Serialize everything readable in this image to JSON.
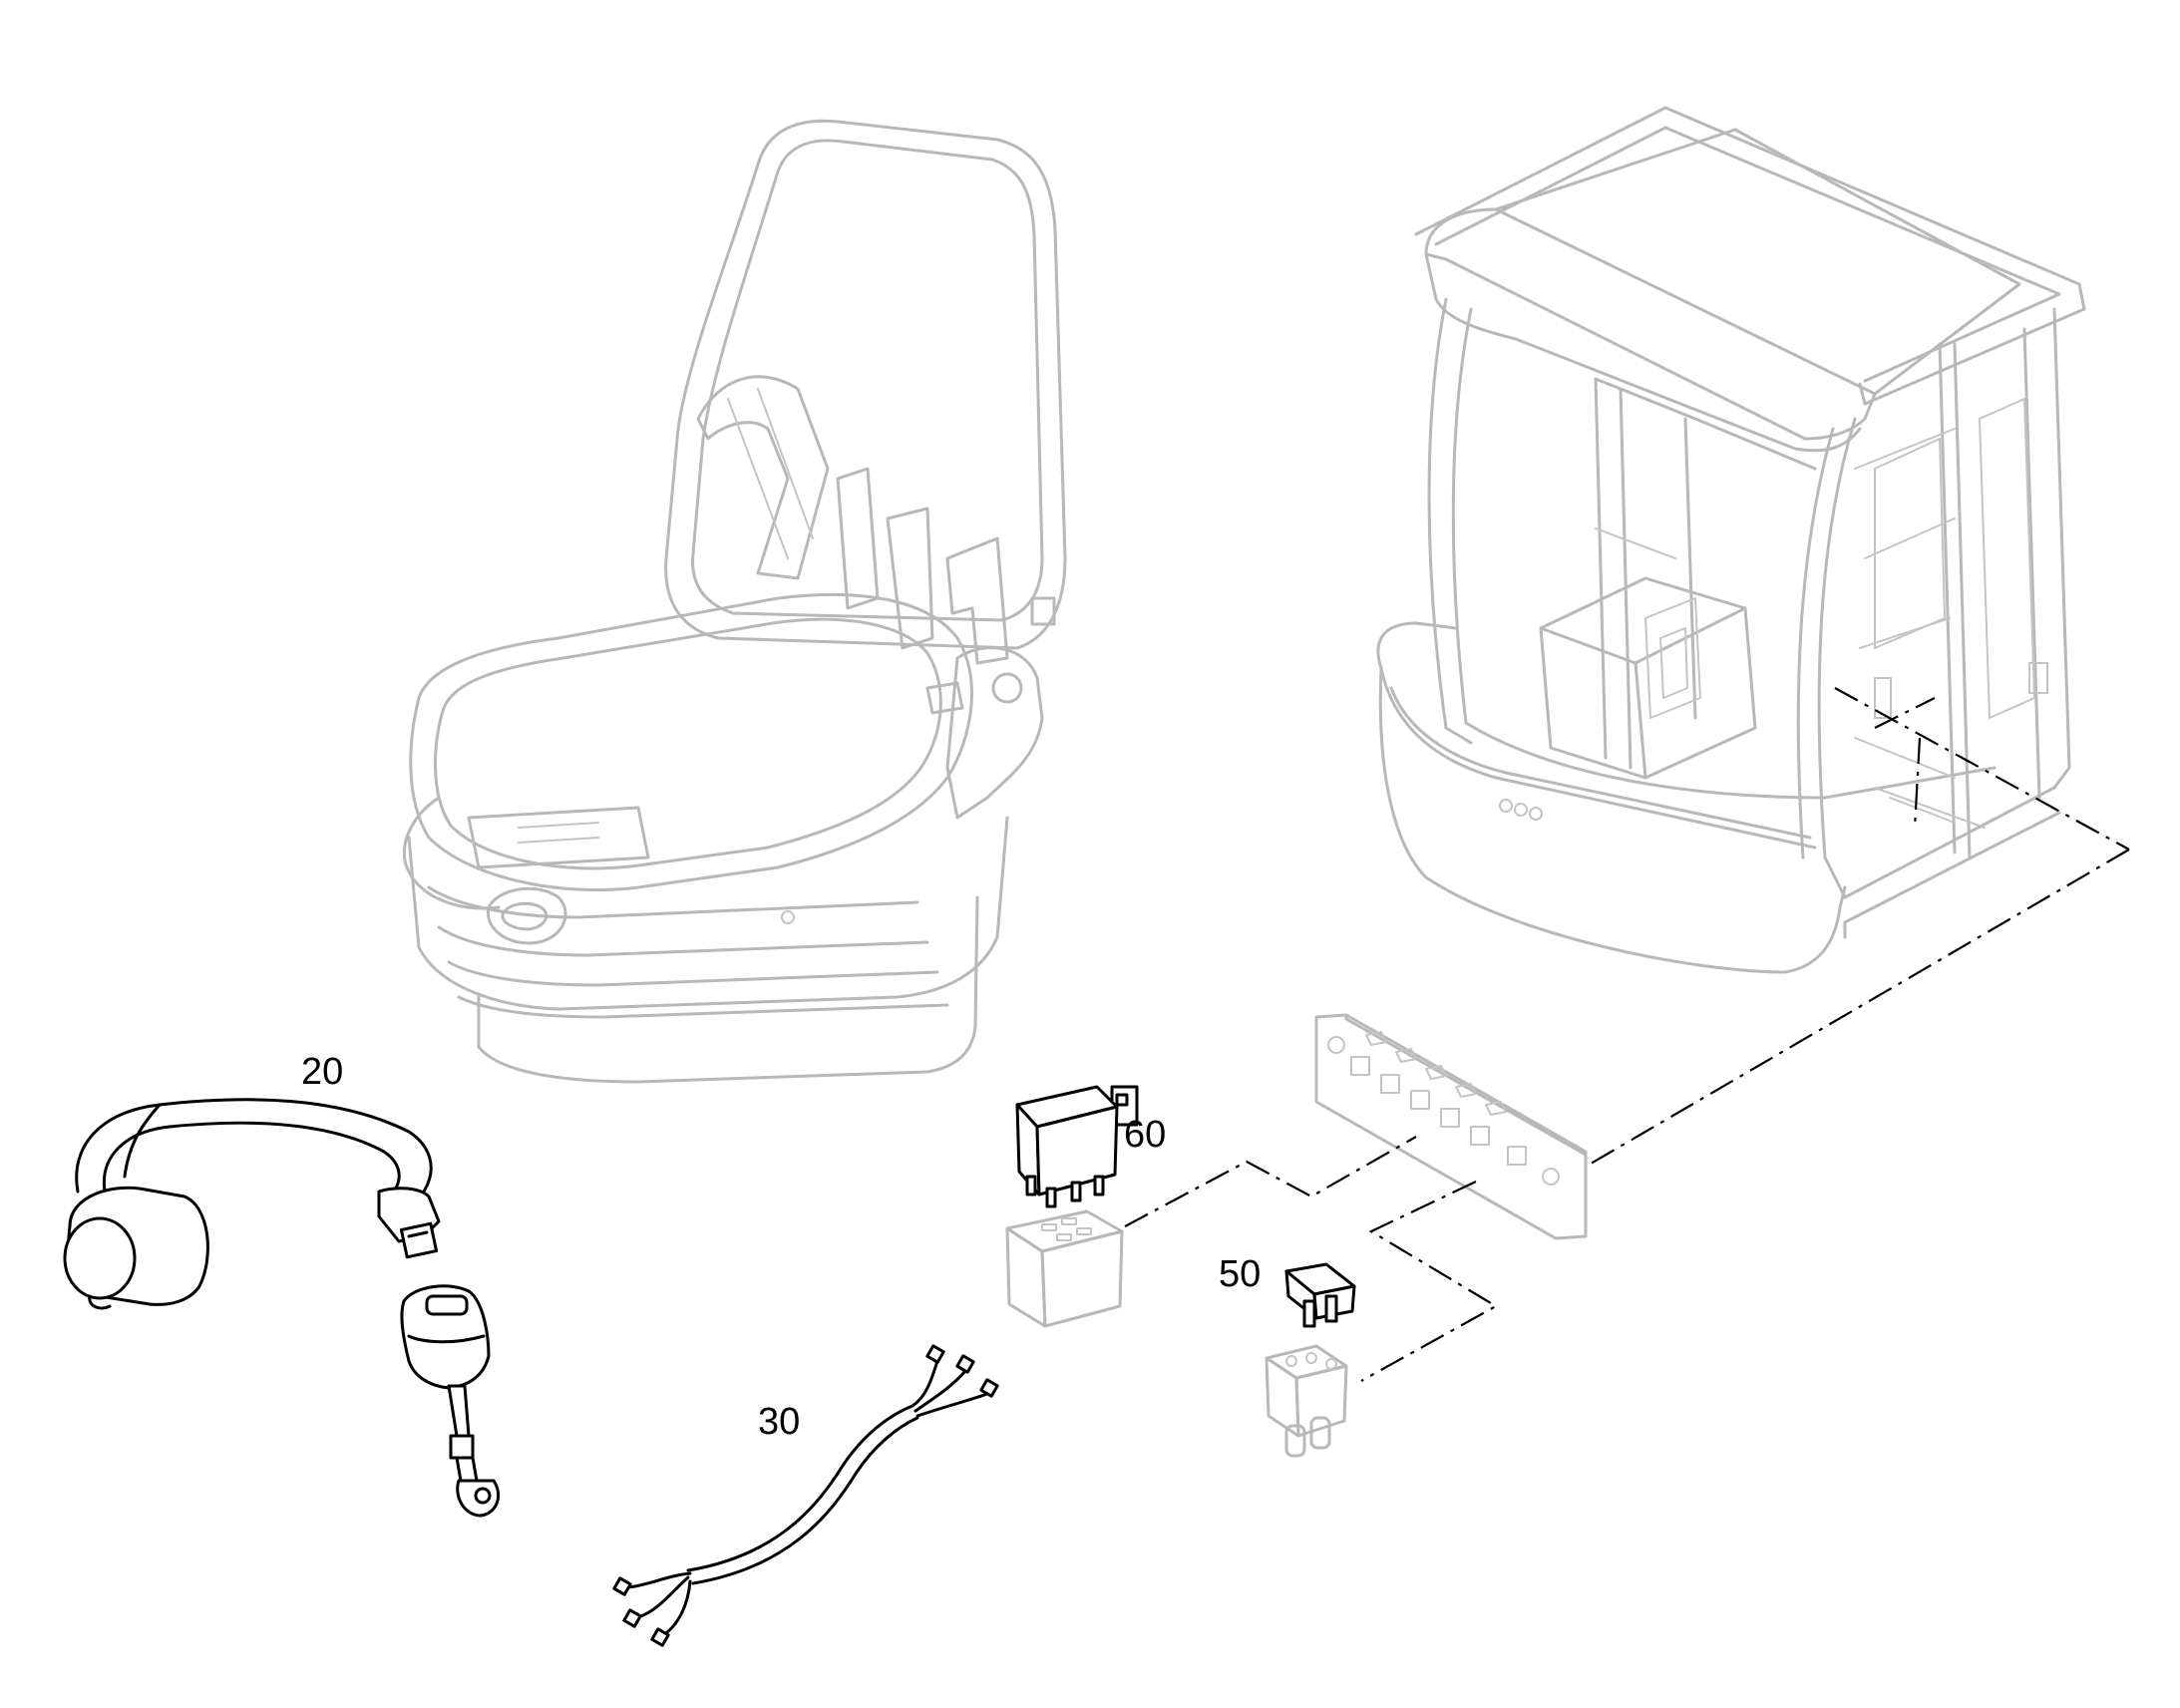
{
  "diagram": {
    "callouts": {
      "seat_belt": "20",
      "wiring_harness": "30",
      "fuse": "50",
      "relay": "60"
    },
    "colors": {
      "parts": "#000000",
      "ghosted_context": "#b8b8b8",
      "background": "#ffffff"
    }
  }
}
